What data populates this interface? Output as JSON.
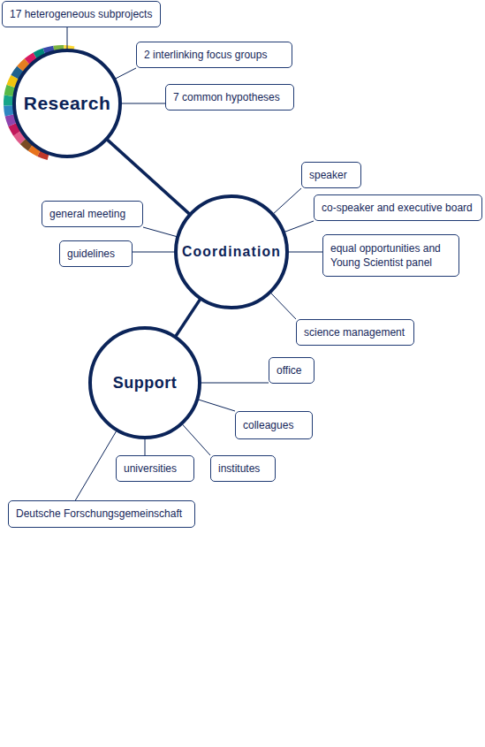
{
  "diagram": {
    "nodes": [
      {
        "text": [
          "17 heterogeneous subprojects"
        ]
      },
      {
        "text": [
          "Research"
        ]
      },
      {
        "text": [
          "2 interlinking focus groups"
        ]
      },
      {
        "text": [
          "7 common hypotheses"
        ]
      },
      {
        "text": [
          "speaker"
        ]
      },
      {
        "text": [
          "co-speaker and executive board"
        ]
      },
      {
        "text": [
          "general meeting"
        ]
      },
      {
        "text": [
          "Coordination"
        ]
      },
      {
        "text": [
          "equal opportunities and Young Scientist panel"
        ]
      },
      {
        "text": [
          "guidelines"
        ]
      },
      {
        "text": [
          "science management"
        ]
      },
      {
        "text": [
          "office"
        ]
      },
      {
        "text": [
          "Support"
        ]
      },
      {
        "text": [
          "colleagues"
        ]
      },
      {
        "text": [
          "universities"
        ]
      },
      {
        "text": [
          "institutes"
        ]
      },
      {
        "text": [
          "Deutsche Forschungsgemeinschaft"
        ]
      }
    ],
    "edges": [
      {
        "from": 1,
        "to": 0,
        "arrow": "none"
      },
      {
        "from": 1,
        "to": 2,
        "arrow": "none"
      },
      {
        "from": 1,
        "to": 3,
        "arrow": "none"
      },
      {
        "from": 1,
        "to": 7,
        "arrow": "none"
      },
      {
        "from": 7,
        "to": 4,
        "arrow": "none"
      },
      {
        "from": 7,
        "to": 5,
        "arrow": "none"
      },
      {
        "from": 7,
        "to": 6,
        "arrow": "none"
      },
      {
        "from": 7,
        "to": 8,
        "arrow": "none"
      },
      {
        "from": 7,
        "to": 9,
        "arrow": "none"
      },
      {
        "from": 7,
        "to": 10,
        "arrow": "none"
      },
      {
        "from": 7,
        "to": 12,
        "arrow": "none"
      },
      {
        "from": 12,
        "to": 11,
        "arrow": "none"
      },
      {
        "from": 12,
        "to": 13,
        "arrow": "none"
      },
      {
        "from": 12,
        "to": 15,
        "arrow": "none"
      },
      {
        "from": 12,
        "to": 14,
        "arrow": "none"
      },
      {
        "from": 12,
        "to": 16,
        "arrow": "none"
      }
    ]
  }
}
